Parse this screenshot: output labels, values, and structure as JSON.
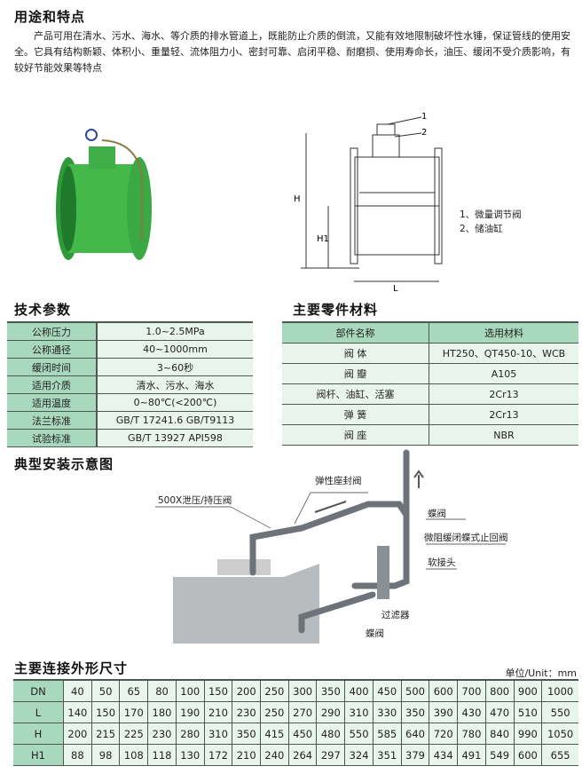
{
  "intro": {
    "title": "用途和特点",
    "paragraph": "产品可用在清水、污水、海水、等介质的排水管道上，既能防止介质的倒流，又能有效地限制破坏性水锤，保证管线的使用安全。它具有结构新颖、体积小、重量轻、流体阻力小、密封可靠、启闭平稳、耐磨损、使用寿命长，油压、缓闭不受介质影响，有较好节能效果等特点"
  },
  "drawing": {
    "dim_h": "H",
    "dim_h1": "H1",
    "dim_l": "L",
    "callout_1": "1",
    "callout_2": "2",
    "legend": [
      "1、微量调节阀",
      "2、储油缸"
    ]
  },
  "tech": {
    "title": "技术参数",
    "rows": [
      [
        "公称压力",
        "1.0~2.5MPa"
      ],
      [
        "公称通径",
        "40~1000mm"
      ],
      [
        "缓闭时间",
        "3~60秒"
      ],
      [
        "适用介质",
        "清水、污水、海水"
      ],
      [
        "适用温度",
        "0~80℃(<200℃)"
      ],
      [
        "法兰标准",
        "GB/T 17241.6  GB/T9113"
      ],
      [
        "试验标准",
        "GB/T 13927  API598"
      ]
    ]
  },
  "materials": {
    "title": "主要零件材料",
    "header": [
      "部件名称",
      "选用材料"
    ],
    "rows": [
      [
        "阀  体",
        "HT250、QT450-10、WCB"
      ],
      [
        "阀  瓣",
        "A105"
      ],
      [
        "阀杆、油缸、活塞",
        "2Cr13"
      ],
      [
        "弹  簧",
        "2Cr13"
      ],
      [
        "阀  座",
        "NBR"
      ]
    ]
  },
  "install": {
    "title": "典型安装示意图",
    "labels": [
      "弹性座封阀",
      "500X泄压/持压阀",
      "蝶阀",
      "微阻缓闭蝶式止回阀",
      "软接头",
      "过滤器",
      "蝶阀"
    ]
  },
  "dims": {
    "title": "主要连接外形尺寸",
    "unit": "单位/Unit：mm",
    "rows": [
      [
        "DN",
        "40",
        "50",
        "65",
        "80",
        "100",
        "150",
        "200",
        "250",
        "300",
        "350",
        "400",
        "450",
        "500",
        "600",
        "700",
        "800",
        "900",
        "1000"
      ],
      [
        "L",
        "140",
        "150",
        "170",
        "180",
        "190",
        "210",
        "230",
        "250",
        "270",
        "290",
        "310",
        "330",
        "350",
        "390",
        "430",
        "470",
        "510",
        "550"
      ],
      [
        "H",
        "200",
        "215",
        "225",
        "230",
        "280",
        "310",
        "350",
        "415",
        "450",
        "480",
        "550",
        "585",
        "640",
        "720",
        "780",
        "840",
        "990",
        "1050"
      ],
      [
        "H1",
        "88",
        "98",
        "108",
        "118",
        "130",
        "172",
        "210",
        "240",
        "264",
        "297",
        "324",
        "351",
        "379",
        "434",
        "491",
        "549",
        "600",
        "655"
      ]
    ]
  }
}
